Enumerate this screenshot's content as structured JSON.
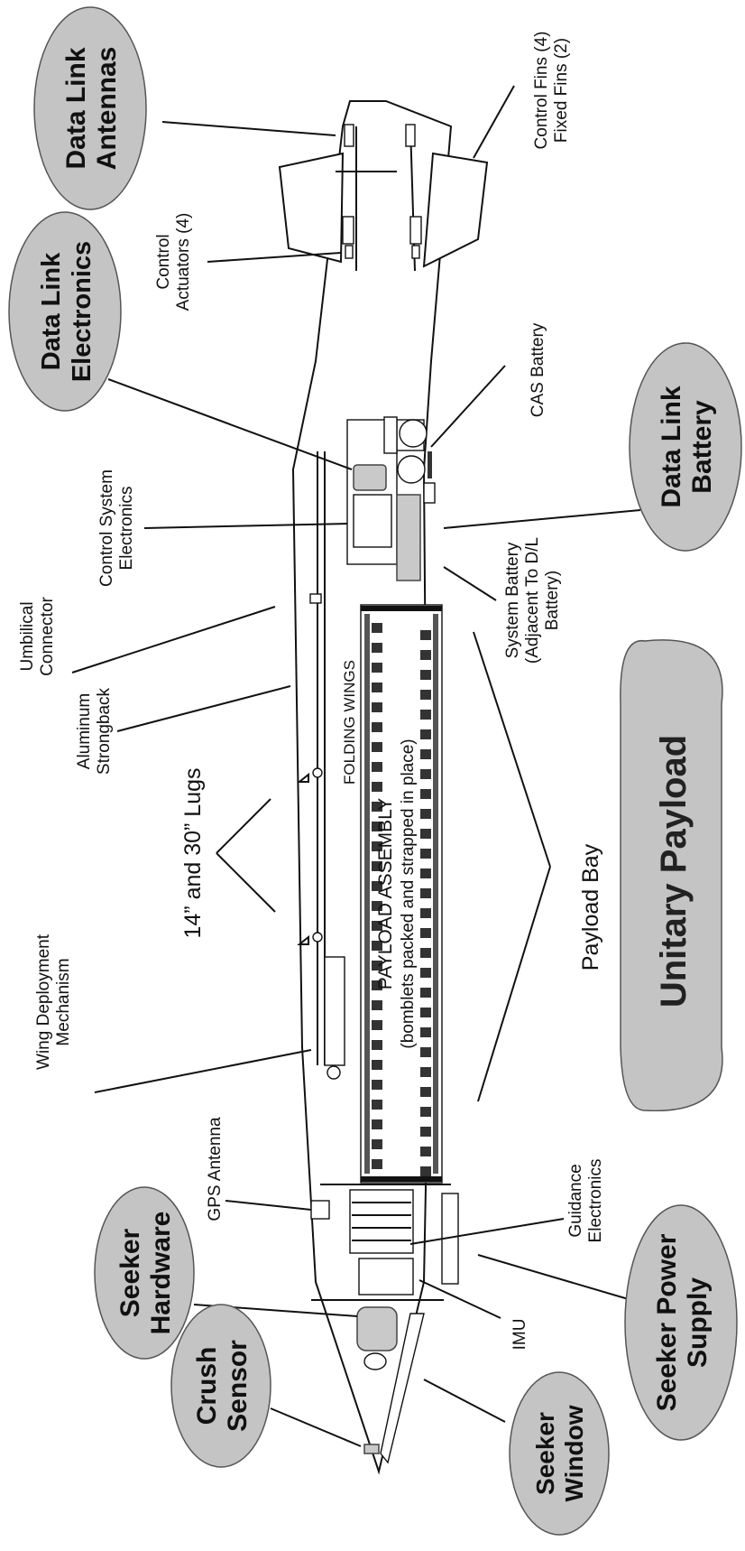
{
  "diagram": {
    "highlights": {
      "data_link_antennas": [
        "Data Link",
        "Antennas"
      ],
      "data_link_electronics": [
        "Data Link",
        "Electronics"
      ],
      "data_link_battery": [
        "Data Link",
        "Battery"
      ],
      "unitary_payload": "Unitary Payload",
      "seeker_hardware": [
        "Seeker",
        "Hardware"
      ],
      "crush_sensor": [
        "Crush",
        "Sensor"
      ],
      "seeker_window": [
        "Seeker",
        "Window"
      ],
      "seeker_power_supply": [
        "Seeker Power",
        "Supply"
      ]
    },
    "labels": {
      "control_fins": [
        "Control Fins (4)",
        "Fixed Fins (2)"
      ],
      "control_actuators": [
        "Control",
        "Actuators (4)"
      ],
      "cas_battery": "CAS Battery",
      "control_system_electronics": [
        "Control System",
        "Electronics"
      ],
      "system_battery": [
        "System Battery",
        "(Adjacent To D/L",
        "Battery)"
      ],
      "umbilical_connector": [
        "Umbilical",
        "Connector"
      ],
      "aluminum_strongback": [
        "Aluminum",
        "Strongback"
      ],
      "lugs": "14” and 30” Lugs",
      "folding_wings": "FOLDING WINGS",
      "payload_assembly": [
        "PAYLOAD ASSEMBLY",
        "(bomblets packed and strapped in place)"
      ],
      "payload_bay": "Payload Bay",
      "wing_deployment": [
        "Wing Deployment",
        "Mechanism"
      ],
      "gps_antenna": "GPS Antenna",
      "guidance_electronics": [
        "Guidance",
        "Electronics"
      ],
      "imu": "IMU"
    }
  }
}
